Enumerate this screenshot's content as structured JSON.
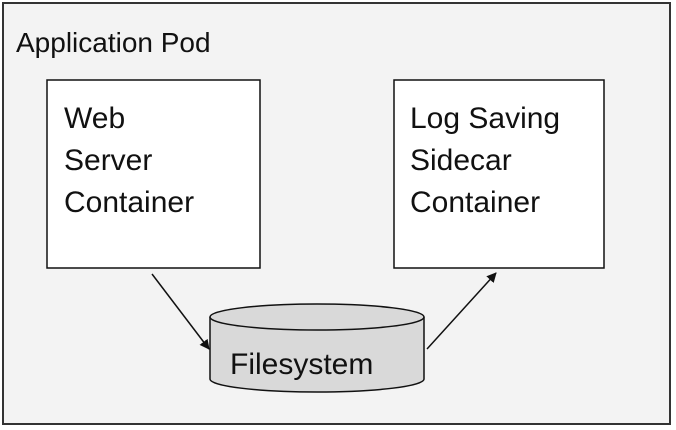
{
  "pod": {
    "label": "Application Pod",
    "fill": "#f3f3f3",
    "stroke": "#333333"
  },
  "web_server": {
    "line1": "Web",
    "line2": "Server",
    "line3": "Container",
    "fill": "#ffffff"
  },
  "sidecar": {
    "line1": "Log Saving",
    "line2": "Sidecar",
    "line3": "Container",
    "fill": "#ffffff"
  },
  "filesystem": {
    "label": "Filesystem",
    "fill": "#d9d9d9"
  },
  "edges": [
    {
      "from": "web_server",
      "to": "filesystem"
    },
    {
      "from": "filesystem",
      "to": "sidecar"
    }
  ]
}
